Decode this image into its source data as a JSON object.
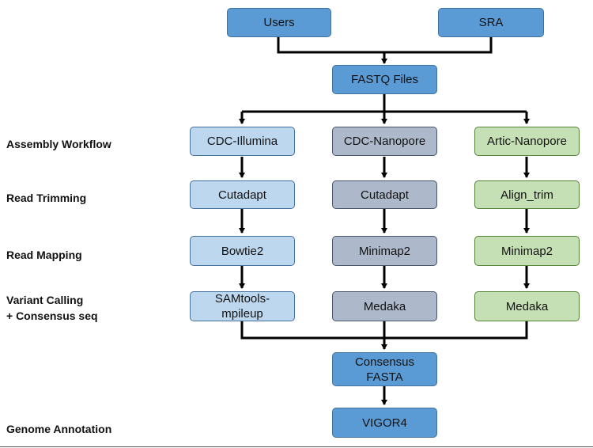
{
  "diagram": {
    "sources": {
      "users": "Users",
      "sra": "SRA"
    },
    "fastq": "FASTQ Files",
    "columns": {
      "illumina": [
        "CDC-Illumina",
        "Cutadapt",
        "Bowtie2",
        "SAMtools-\nmpileup"
      ],
      "nanopore": [
        "CDC-Nanopore",
        "Cutadapt",
        "Minimap2",
        "Medaka"
      ],
      "artic": [
        "Artic-Nanopore",
        "Align_trim",
        "Minimap2",
        "Medaka"
      ]
    },
    "consensus": "Consensus\nFASTA",
    "annotation": "VIGOR4"
  },
  "row_labels": {
    "assembly": "Assembly Workflow",
    "trimming": "Read Trimming",
    "mapping": "Read Mapping",
    "variant": "Variant Calling\n+ Consensus seq",
    "annotation": "Genome Annotation"
  },
  "colors": {
    "main_blue": "#5b9bd5",
    "illumina_light_blue": "#bdd7ee",
    "nanopore_grey": "#adb9ca",
    "artic_green": "#c5e0b4",
    "connector": "#000000"
  }
}
